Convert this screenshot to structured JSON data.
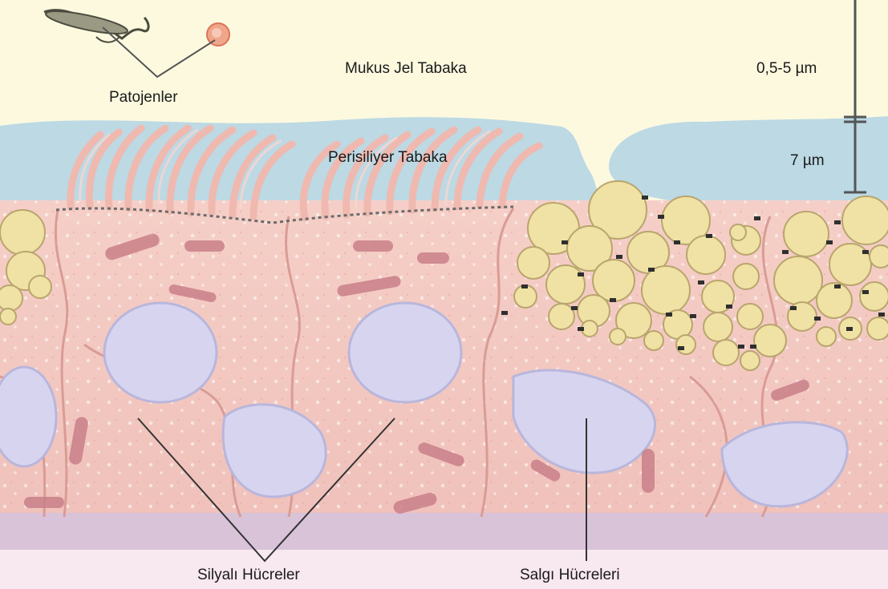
{
  "diagram": {
    "labels": {
      "pathogens": "Patojenler",
      "mucus_gel_layer": "Mukus Jel Tabaka",
      "periciliary_layer": "Perisiliyer Tabaka",
      "ciliated_cells": "Silyalı Hücreler",
      "secretory_cells": "Salgı Hücreleri"
    },
    "thickness": {
      "mucus_gel_layer": "0,5-5 µm",
      "periciliary_layer": "7 µm"
    },
    "colors": {
      "mucus_gel": "#fcf9df",
      "periciliary": "#bcd9e4",
      "cytoplasm": "#f2c7bf",
      "cell_outline": "#d99c95",
      "nucleus": "#d6d4ef",
      "mitochondria": "#c97f88",
      "granule": "#efe2a4",
      "basement": "#d9c3d9",
      "scale_bar": "#555555"
    }
  }
}
